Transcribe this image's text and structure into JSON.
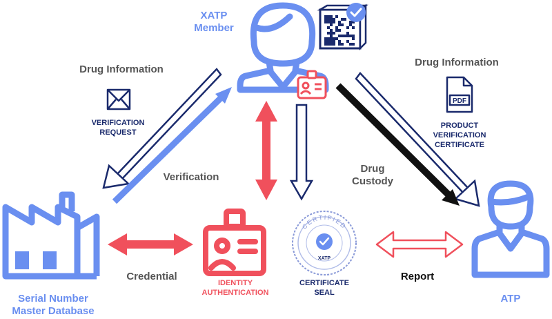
{
  "colors": {
    "blue": "#6a8ff0",
    "navy": "#1a2a6c",
    "red": "#f0505c",
    "dark_text": "#555555",
    "black": "#111111"
  },
  "nodes": {
    "xatp_member": {
      "line1": "XATP",
      "line2": "Member",
      "icon": "person-icon"
    },
    "serial_db": {
      "line1": "Serial Number",
      "line2": "Master Database",
      "icon": "factory-icon"
    },
    "atp": {
      "label": "ATP",
      "icon": "person-icon"
    }
  },
  "left_link": {
    "drug_information": "Drug Information",
    "request_line1": "VERIFICATION",
    "request_line2": "REQUEST",
    "request_icon": "envelope-icon",
    "verification": "Verification"
  },
  "right_link": {
    "drug_information": "Drug Information",
    "pdf_badge": "PDF",
    "cert_line1": "PRODUCT",
    "cert_line2": "VERIFICATION",
    "cert_line3": "CERTIFICATE",
    "cert_icon": "pdf-document-icon",
    "drug_line1": "Drug",
    "drug_line2": "Custody"
  },
  "center": {
    "identity_line1": "IDENTITY",
    "identity_line2": "AUTHENTICATION",
    "identity_icon": "id-badge-icon",
    "seal_line1": "CERTIFICATE",
    "seal_line2": "SEAL",
    "seal_top_text": "CERTIFIED",
    "seal_center_text": "XATP",
    "seal_icon": "verified-seal-icon"
  },
  "bottom_links": {
    "credential": "Credential",
    "report": "Report"
  },
  "top_icons": {
    "qr_code": "qr-code-verified-icon"
  }
}
